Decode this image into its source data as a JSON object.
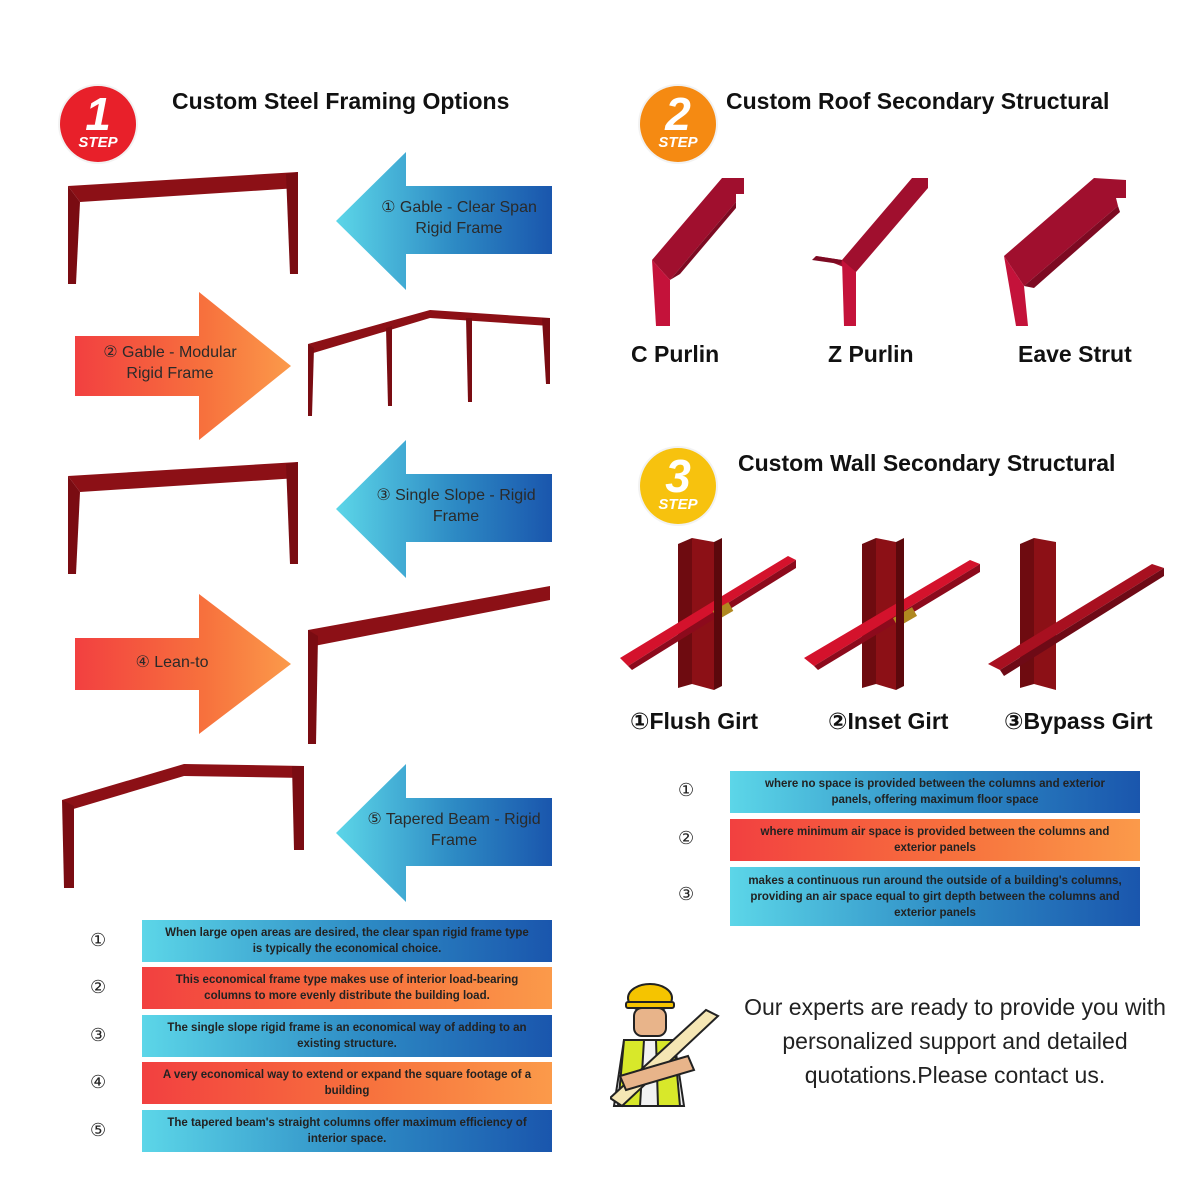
{
  "step1": {
    "badge_num": "1",
    "badge_label": "STEP",
    "title": "Custom Steel Framing Options",
    "color": "#e8202a"
  },
  "step2": {
    "badge_num": "2",
    "badge_label": "STEP",
    "title": "Custom Roof Secondary Structural",
    "color": "#f58a12"
  },
  "step3": {
    "badge_num": "3",
    "badge_label": "STEP",
    "title": "Custom Wall Secondary Structural",
    "color": "#f7c20e"
  },
  "frames": [
    {
      "line1": "① Gable - Clear Span",
      "line2": "Rigid Frame"
    },
    {
      "line1": "② Gable - Modular",
      "line2": "Rigid Frame"
    },
    {
      "line1": "③ Single Slope - Rigid",
      "line2": "Frame"
    },
    {
      "line1": "④ Lean-to",
      "line2": ""
    },
    {
      "line1": "⑤ Tapered Beam - Rigid",
      "line2": "Frame"
    }
  ],
  "frame_descriptions": [
    {
      "num": "①",
      "line1": "When large open areas are desired, the clear span rigid frame type",
      "line2": "is typically the economical choice."
    },
    {
      "num": "②",
      "line1": "This economical frame type makes use of interior load-bearing",
      "line2": "columns to more evenly distribute the building load."
    },
    {
      "num": "③",
      "line1": "The single slope rigid frame is an economical way of adding to an",
      "line2": "existing structure."
    },
    {
      "num": "④",
      "line1": "A very economical way to extend or expand the square footage of a",
      "line2": "building"
    },
    {
      "num": "⑤",
      "line1": "The tapered beam's straight columns offer maximum efficiency of",
      "line2": "interior space."
    }
  ],
  "purlins": [
    "C Purlin",
    "Z Purlin",
    "Eave Strut"
  ],
  "girts": [
    "①Flush Girt",
    "②Inset Girt",
    "③Bypass Girt"
  ],
  "girt_descriptions": [
    {
      "num": "①",
      "line1": "where no space is provided between the columns and exterior",
      "line2": "panels, offering maximum floor space",
      "line3": ""
    },
    {
      "num": "②",
      "line1": "where minimum air space is provided between the columns and",
      "line2": "exterior panels",
      "line3": ""
    },
    {
      "num": "③",
      "line1": "makes a continuous run around the outside of a building's columns,",
      "line2": "providing an air space equal to girt depth between the columns and",
      "line3": "exterior panels"
    }
  ],
  "contact": {
    "line1": "Our experts are ready to provide you with",
    "line2": "personalized support and detailed",
    "line3": "quotations.Please contact us."
  },
  "colors": {
    "steel": "#8c1016",
    "purlin": "#c4123a",
    "blue_end": "#1a56ad",
    "cyan": "#5cd6e8",
    "red": "#f24040",
    "orange": "#fb9a4a"
  }
}
